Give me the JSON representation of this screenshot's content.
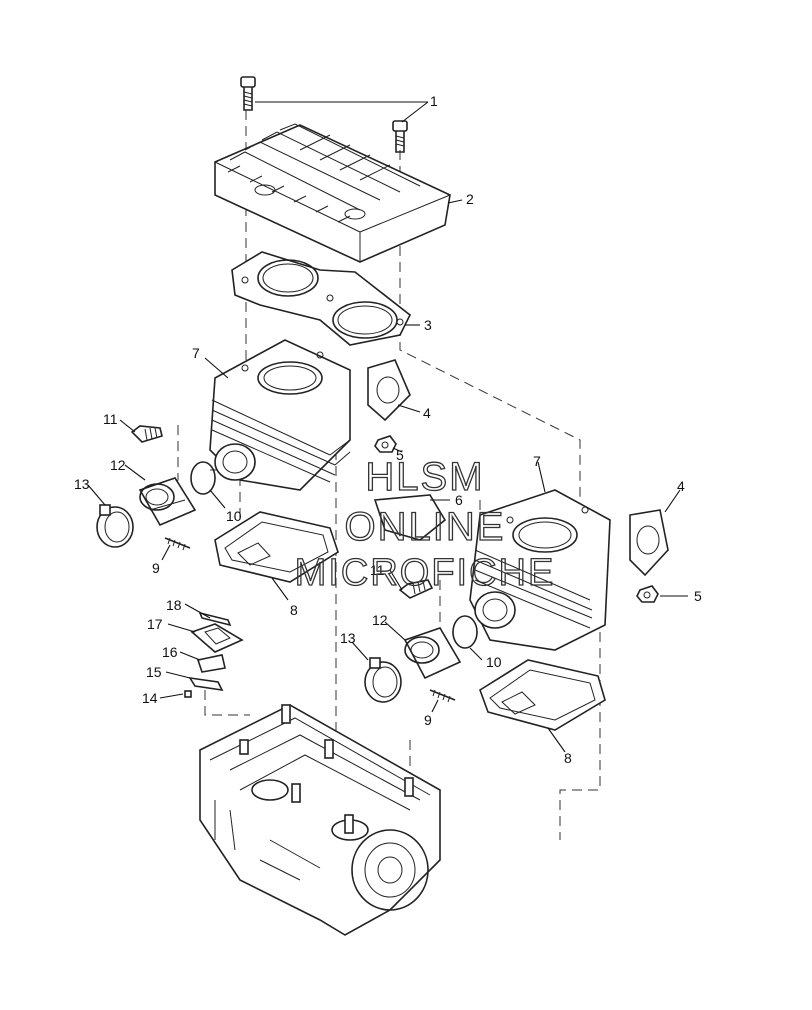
{
  "diagram": {
    "callouts": [
      {
        "id": "c1",
        "label": "1"
      },
      {
        "id": "c2",
        "label": "2"
      },
      {
        "id": "c3",
        "label": "3"
      },
      {
        "id": "c4a",
        "label": "4"
      },
      {
        "id": "c5a",
        "label": "5"
      },
      {
        "id": "c7a",
        "label": "7"
      },
      {
        "id": "c11a",
        "label": "11"
      },
      {
        "id": "c12a",
        "label": "12"
      },
      {
        "id": "c13a",
        "label": "13"
      },
      {
        "id": "c10a",
        "label": "10"
      },
      {
        "id": "c9a",
        "label": "9"
      },
      {
        "id": "c8a",
        "label": "8"
      },
      {
        "id": "c6",
        "label": "6"
      },
      {
        "id": "c7b",
        "label": "7"
      },
      {
        "id": "c4b",
        "label": "4"
      },
      {
        "id": "c5b",
        "label": "5"
      },
      {
        "id": "c11b",
        "label": "11"
      },
      {
        "id": "c12b",
        "label": "12"
      },
      {
        "id": "c13b",
        "label": "13"
      },
      {
        "id": "c10b",
        "label": "10"
      },
      {
        "id": "c9b",
        "label": "9"
      },
      {
        "id": "c8b",
        "label": "8"
      },
      {
        "id": "c18",
        "label": "18"
      },
      {
        "id": "c17",
        "label": "17"
      },
      {
        "id": "c16",
        "label": "16"
      },
      {
        "id": "c15",
        "label": "15"
      },
      {
        "id": "c14",
        "label": "14"
      }
    ]
  },
  "watermark": {
    "line1": "HLSM",
    "line2": "ONLINE",
    "line3": "MICROFICHE"
  }
}
